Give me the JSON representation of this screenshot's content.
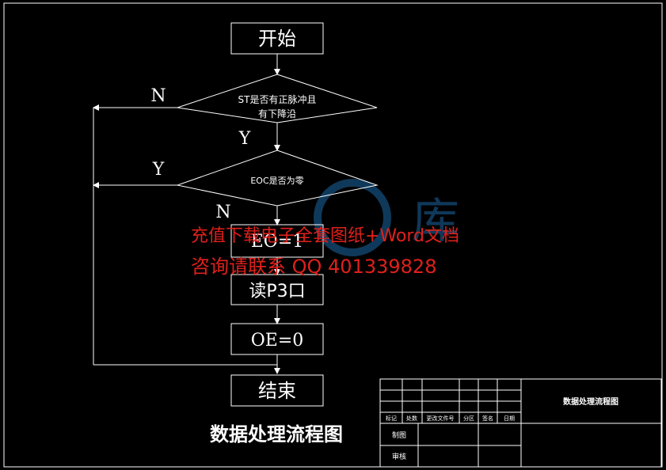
{
  "flowchart": {
    "start": "开始",
    "decision_st_line1": "ST是否有正脉冲且",
    "decision_st_line2": "有下降沿",
    "decision_eoc": "EOC是否为零",
    "step_eo": "EO=1",
    "step_read": "读P3口",
    "step_oe": "OE=0",
    "end": "结束",
    "label_n_top": "N",
    "label_y_mid": "Y",
    "label_y_left": "Y",
    "label_n_bottom": "N"
  },
  "caption": "数据处理流程图",
  "watermark": {
    "line1": "充值下载电子全套图纸+Word文档",
    "line2": "咨询请联系  QQ 401339828",
    "logo_text": "库"
  },
  "title_block": {
    "title": "数据处理流程图",
    "headers": [
      "标记",
      "处数",
      "更改文件号",
      "分区",
      "签名",
      "日期"
    ],
    "row_draw": "制图",
    "row_check": "审核"
  },
  "colors": {
    "background": "#000000",
    "lines": "#ffffff",
    "watermark": "#e0201c",
    "logo": "#1e6fb0"
  }
}
